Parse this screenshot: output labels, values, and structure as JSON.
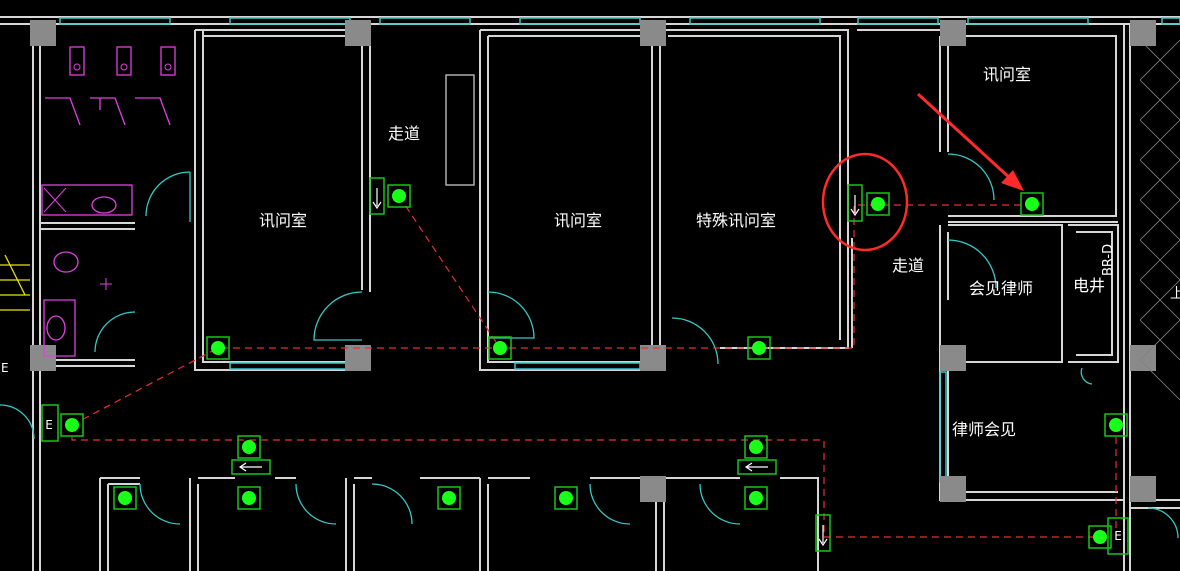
{
  "drawing": {
    "background": "#000000",
    "colors": {
      "wall": "#d6d6d6",
      "window": "#37c8c8",
      "column": "#8a8a8a",
      "door": "#37c8c8",
      "fixture": "#e040e0",
      "route": "#e53030",
      "lamp_box": "#18c418",
      "lamp_dot": "#1aff1a",
      "annotation": "#ff2a2a",
      "label": "#ffffff",
      "stair": "#e6e600"
    },
    "rooms": [
      {
        "id": "interrogation-1",
        "label": "讯问室"
      },
      {
        "id": "corridor-1",
        "label": "走道"
      },
      {
        "id": "interrogation-2",
        "label": "讯问室"
      },
      {
        "id": "special-interrogation",
        "label": "特殊讯问室"
      },
      {
        "id": "interrogation-3",
        "label": "讯问室"
      },
      {
        "id": "corridor-2",
        "label": "走道"
      },
      {
        "id": "lawyer-visit",
        "label": "会见律师"
      },
      {
        "id": "electric-shaft",
        "label": "电井"
      },
      {
        "id": "lawyer-meeting",
        "label": "律师会见"
      }
    ],
    "vertical_tag": "BR-D",
    "exit_marks": [
      "E",
      "E",
      "E"
    ],
    "edge_chars": [
      "E",
      "上"
    ]
  }
}
